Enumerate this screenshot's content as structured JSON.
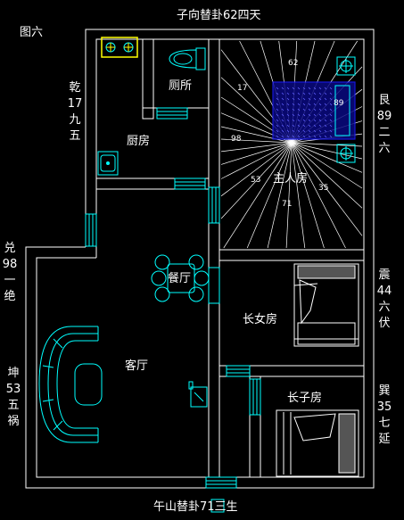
{
  "figure_label": "图六",
  "top_caption": "子向替卦62四天",
  "bottom_caption": "午山替卦71三生",
  "rooms": {
    "toilet": "厕所",
    "kitchen": "厨房",
    "master_bedroom": "主人房",
    "dining": "餐厅",
    "eldest_daughter_room": "长女房",
    "living_room": "客厅",
    "eldest_son_room": "长子房"
  },
  "left_side": {
    "qian": [
      "乾",
      "17",
      "九",
      "五"
    ],
    "dui": [
      "兑",
      "98",
      "一",
      "绝"
    ],
    "kun": [
      "坤",
      "53",
      "五",
      "祸"
    ]
  },
  "right_side": {
    "gen": [
      "艮",
      "89",
      "二",
      "六"
    ],
    "zhen": [
      "震",
      "44",
      "六",
      "伏"
    ],
    "xun": [
      "巽",
      "35",
      "七",
      "延"
    ]
  },
  "star_numbers": {
    "n62": "62",
    "n17": "17",
    "n89": "89",
    "n98": "98",
    "n53": "53",
    "n35": "35",
    "n71": "71"
  },
  "colors": {
    "background": "#000000",
    "walls": "#ffffff",
    "furniture": "#00ffff",
    "hatch_block": "#1a1aff",
    "stove": "#ffff00",
    "text": "#ffffff"
  }
}
